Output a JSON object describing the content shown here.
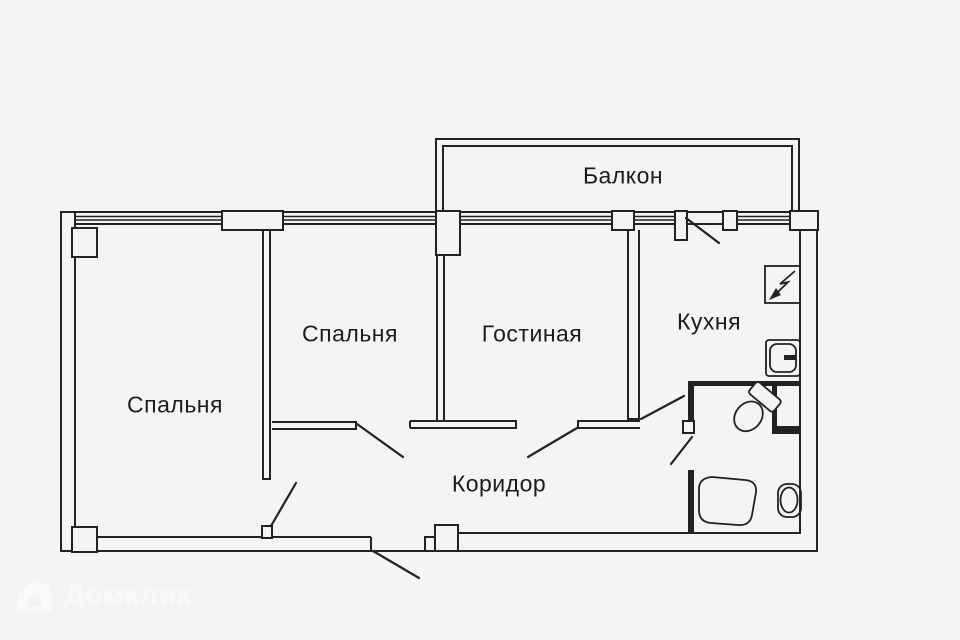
{
  "plan": {
    "background_color": "#f5f3f5",
    "line_color": "#222222",
    "rooms": {
      "balcony": {
        "label": "Балкон"
      },
      "bedroom_small": {
        "label": "Спальня"
      },
      "living": {
        "label": "Гостиная"
      },
      "kitchen": {
        "label": "Кухня"
      },
      "bedroom_big": {
        "label": "Спальня"
      },
      "corridor": {
        "label": "Коридор"
      }
    },
    "fixtures": [
      "electrical-panel",
      "kitchen-sink",
      "toilet",
      "bathtub",
      "bathroom-sink",
      "vent-shaft"
    ]
  },
  "watermark": {
    "text": "Домклик",
    "color": "#ffffff"
  }
}
